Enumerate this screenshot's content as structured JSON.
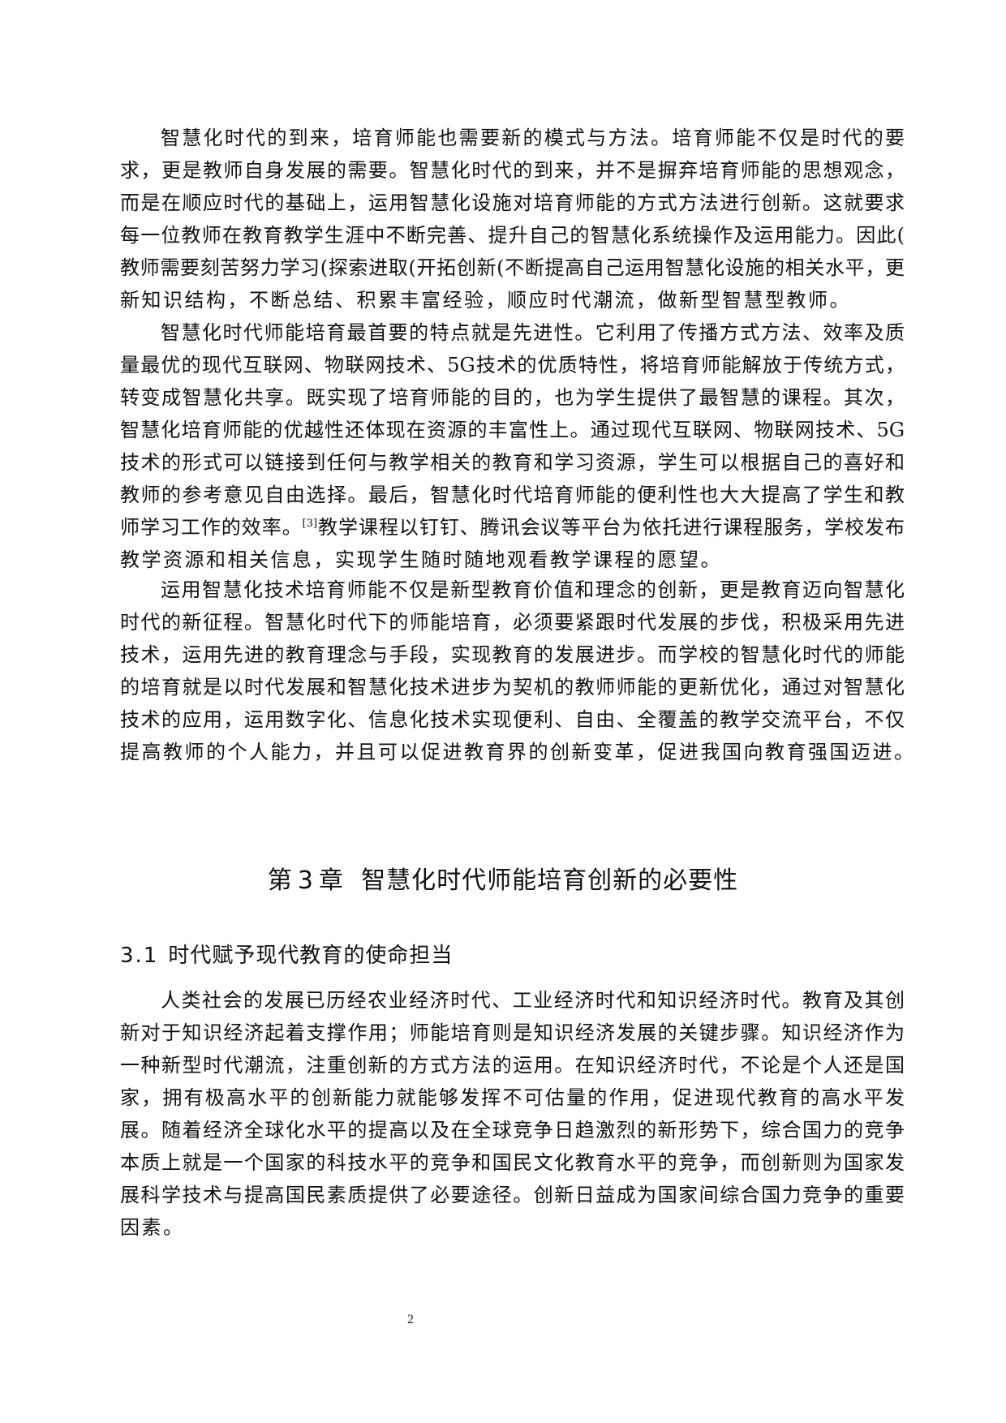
{
  "document": {
    "paragraphs": [
      {
        "lines": [
          "智慧化时代的到来，培育师能也需要新的模式与方法。培育师能不仅是时代的要",
          "求，更是教师自身发展的需要。智慧化时代的到来，并不是摒弃培育师能的思想观念，",
          "而是在顺应时代的基础上，运用智慧化设施对培育师能的方式方法进行创新。这就要求",
          "每一位教师在教育教学生涯中不断完善、提升自己的智慧化系统操作及运用能力。因此(",
          "教师需要刻苦努力学习(探索进取(开拓创新(不断提高自己运用智慧化设施的相关水平，更",
          "新知识结构，不断总结、积累丰富经验，顺应时代潮流，做新型智慧型教师。"
        ]
      },
      {
        "lines": [
          "智慧化时代师能培育最首要的特点就是先进性。它利用了传播方式方法、效率及质",
          "量最优的现代互联网、物联网技术、5G技术的优质特性，将培育师能解放于传统方式，",
          "转变成智慧化共享。既实现了培育师能的目的，也为学生提供了最智慧的课程。其次，",
          "智慧化培育师能的优越性还体现在资源的丰富性上。通过现代互联网、物联网技术、5G",
          "技术的形式可以链接到任何与教学相关的教育和学习资源，学生可以根据自己的喜好和",
          "教师的参考意见自由选择。最后，智慧化时代培育师能的便利性也大大提高了学生和教",
          "师学习工作的效率。",
          "教学资源和相关信息，实现学生随时随地观看教学课程的愿望。"
        ],
        "citation": "[3]",
        "line7_after_citation": "教学课程以钉钉、腾讯会议等平台为依托进行课程服务，学校发布"
      },
      {
        "lines": [
          "运用智慧化技术培育师能不仅是新型教育价值和理念的创新，更是教育迈向智慧化",
          "时代的新征程。智慧化时代下的师能培育，必须要紧跟时代发展的步伐，积极采用先进",
          "技术，运用先进的教育理念与手段，实现教育的发展进步。而学校的智慧化时代的师能",
          "的培育就是以时代发展和智慧化技术进步为契机的教师师能的更新优化，通过对智慧化",
          "技术的应用，运用数字化、信息化技术实现便利、自由、全覆盖的教学交流平台，不仅",
          "提高教师的个人能力，并且可以促进教育界的创新变革，促进我国向教育强国迈进。"
        ]
      }
    ],
    "chapter": {
      "prefix": "第",
      "number": "3",
      "suffix": "章",
      "title": "智慧化时代师能培育创新的必要性"
    },
    "section": {
      "number": "3.1",
      "title": "时代赋予现代教育的使命担当"
    },
    "section_paragraphs": [
      {
        "lines": [
          "人类社会的发展已历经农业经济时代、工业经济时代和知识经济时代。教育及其创",
          "新对于知识经济起着支撑作用；师能培育则是知识经济发展的关键步骤。知识经济作为",
          "一种新型时代潮流，注重创新的方式方法的运用。在知识经济时代，不论是个人还是国",
          "家，拥有极高水平的创新能力就能够发挥不可估量的作用，促进现代教育的高水平发",
          "展。随着经济全球化水平的提高以及在全球竞争日趋激烈的新形势下，综合国力的竞争",
          "本质上就是一个国家的科技水平的竞争和国民文化教育水平的竞争，而创新则为国家发",
          "展科学技术与提高国民素质提供了必要途径。创新日益成为国家间综合国力竞争的重要",
          "因素。"
        ]
      }
    ],
    "page_number": "2"
  }
}
